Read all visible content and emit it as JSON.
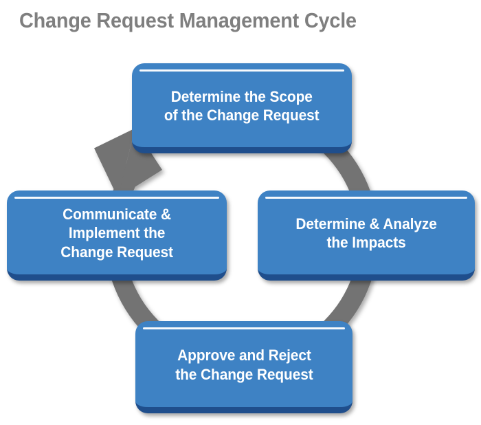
{
  "page": {
    "title": "Change Request Management Cycle",
    "background_color": "#ffffff",
    "title_color": "#7f7f7f"
  },
  "diagram": {
    "type": "cycle",
    "direction": "clockwise",
    "ring": {
      "name": "cycle-arrow",
      "color": "#737373",
      "arrowhead_position": "top-left",
      "arrowhead_points_to": "Determine the Scope of the Change Request"
    },
    "node_style": {
      "fill": "#3e82c4",
      "bottom_edge": "#1f4e8c",
      "text_color": "#ffffff",
      "highlight": "#ffffff"
    },
    "nodes": [
      {
        "id": "scope",
        "position": "top",
        "label": "Determine the Scope\nof the Change Request",
        "order": 1
      },
      {
        "id": "impacts",
        "position": "right",
        "label": "Determine & Analyze\nthe Impacts",
        "order": 2
      },
      {
        "id": "approve",
        "position": "bottom",
        "label": "Approve and Reject\nthe Change Request",
        "order": 3
      },
      {
        "id": "communicate",
        "position": "left",
        "label": "Communicate &\nImplement the\nChange Request",
        "order": 4
      }
    ]
  }
}
